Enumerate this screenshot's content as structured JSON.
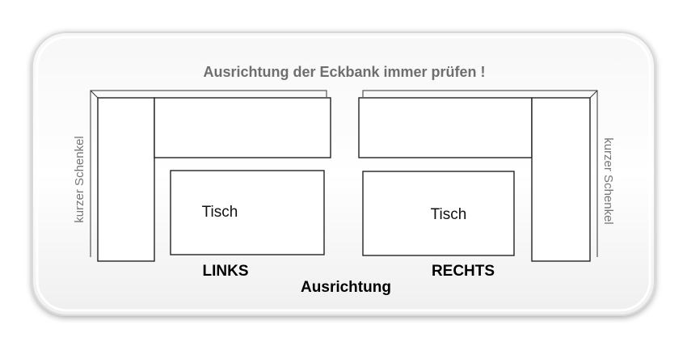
{
  "heading": "Ausrichtung der Eckbank immer prüfen !",
  "left": {
    "side_label": "kurzer Schenkel",
    "table_label": "Tisch",
    "orientation": "LINKS"
  },
  "right": {
    "side_label": "kurzer Schenkel",
    "table_label": "Tisch",
    "orientation": "RECHTS"
  },
  "footer": "Ausrichtung"
}
